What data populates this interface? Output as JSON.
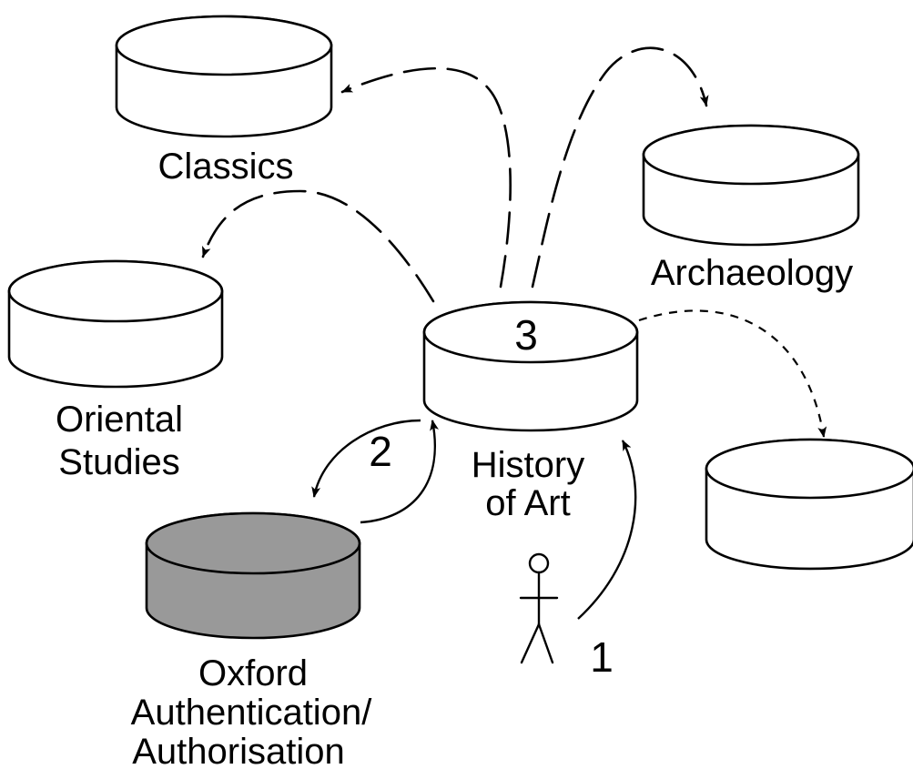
{
  "colors": {
    "database_fill": "#ffffff",
    "auth_database_fill": "#999999",
    "stroke": "#000000"
  },
  "nodes": {
    "classics": {
      "label": "Classics",
      "icon": "database-cylinder"
    },
    "archaeology": {
      "label": "Archaeology",
      "icon": "database-cylinder"
    },
    "oriental_studies": {
      "label_lines": [
        "Oriental",
        "Studies"
      ],
      "icon": "database-cylinder"
    },
    "history_of_art": {
      "label_lines": [
        "History",
        "of Art"
      ],
      "step": "3",
      "icon": "database-cylinder"
    },
    "oxford_auth": {
      "label_lines": [
        "Oxford",
        "Authentication/",
        "Authorisation"
      ],
      "icon": "database-cylinder",
      "shaded": true
    },
    "unlabeled_repository": {
      "icon": "database-cylinder"
    }
  },
  "user": {
    "icon": "stick-figure-user-icon",
    "step": "1"
  },
  "steps": {
    "auth_exchange": "2"
  },
  "edges": [
    {
      "from": "history_of_art",
      "to": "classics",
      "style": "long-dash"
    },
    {
      "from": "history_of_art",
      "to": "archaeology",
      "style": "long-dash"
    },
    {
      "from": "history_of_art",
      "to": "oriental_studies",
      "style": "long-dash"
    },
    {
      "from": "history_of_art",
      "to": "unlabeled_repository",
      "style": "short-dash"
    },
    {
      "from": "user",
      "to": "history_of_art",
      "style": "solid"
    },
    {
      "from": "history_of_art",
      "to": "oxford_auth",
      "style": "solid"
    },
    {
      "from": "oxford_auth",
      "to": "history_of_art",
      "style": "solid"
    }
  ]
}
